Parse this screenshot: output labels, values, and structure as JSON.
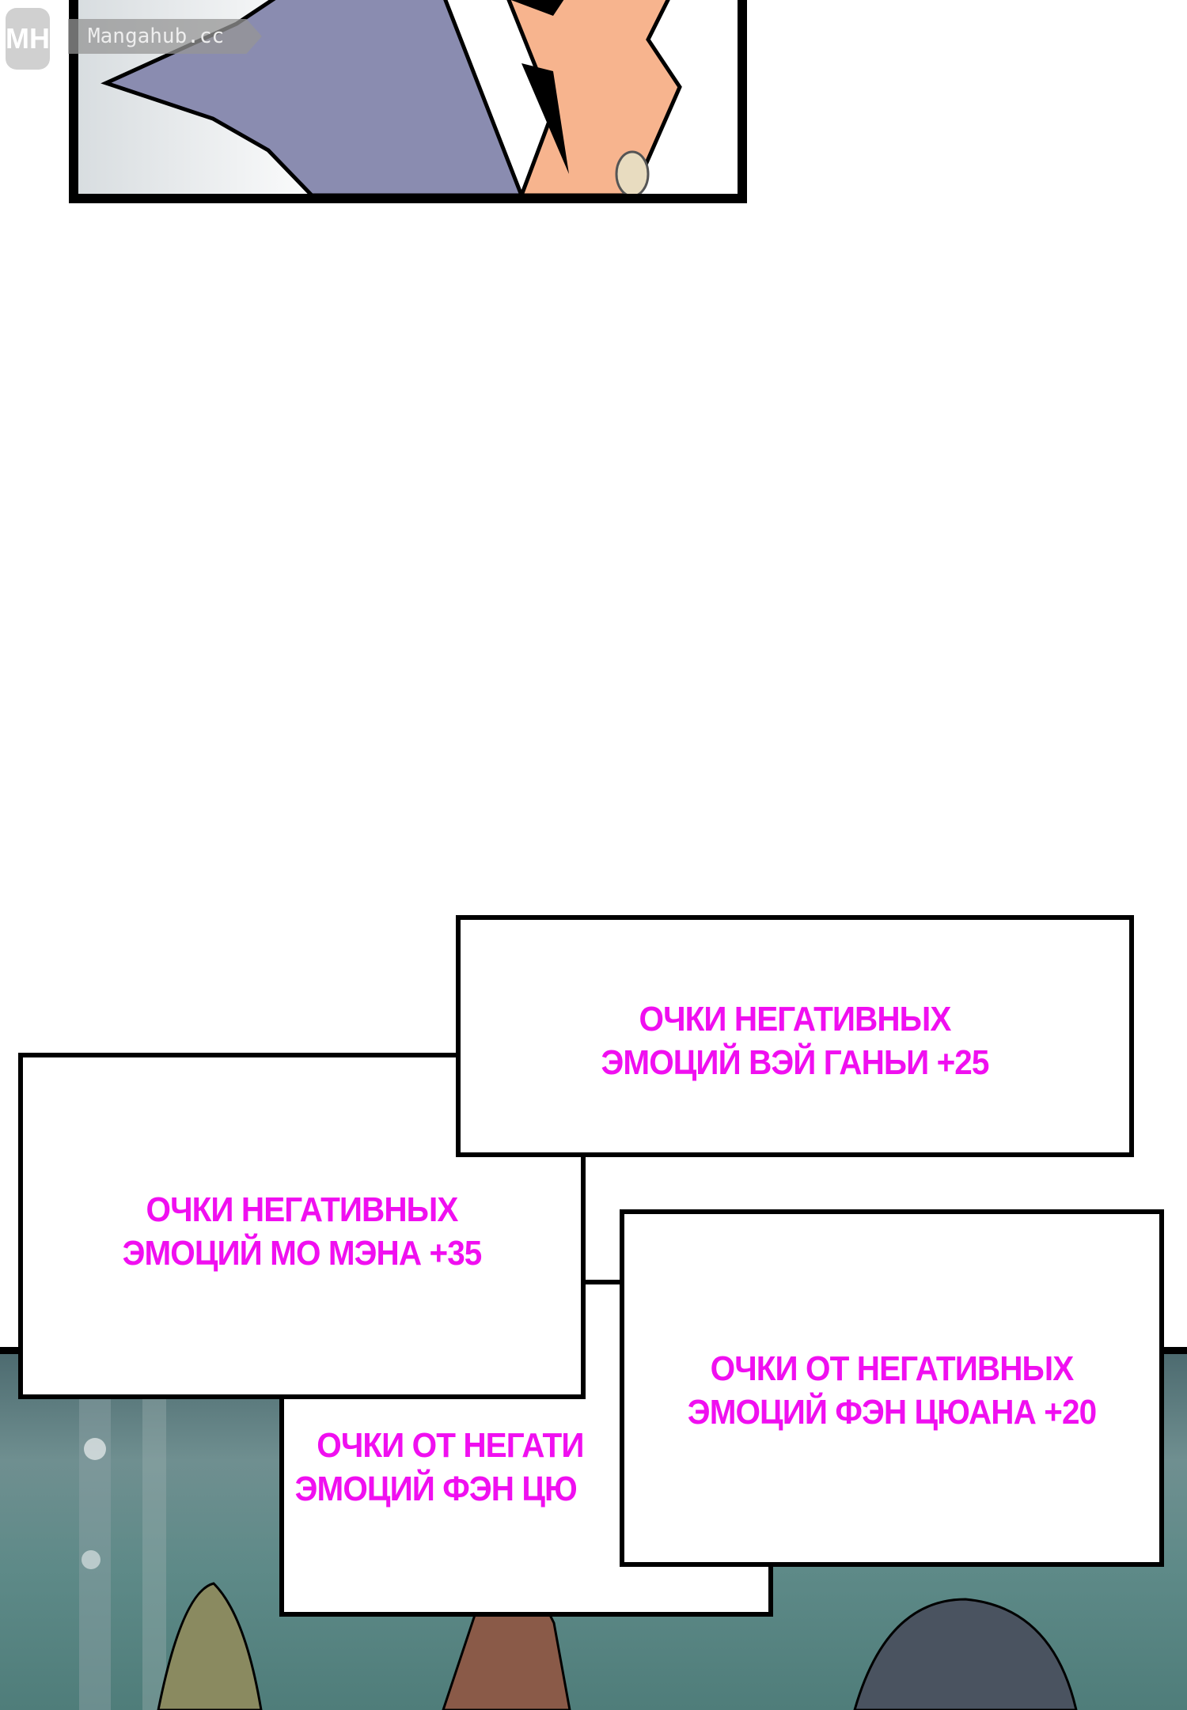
{
  "watermark": {
    "logo": "MH",
    "site": "Mangahub.cc"
  },
  "captions": [
    {
      "lines": [
        "ОЧКИ НЕГАТИВНЫХ",
        "ЭМОЦИЙ ВЭЙ ГАНЬИ +25"
      ]
    },
    {
      "lines": [
        "ОЧКИ НЕГАТИВНЫХ",
        "ЭМОЦИЙ МО МЭНА +35"
      ]
    },
    {
      "lines": [
        "ОЧКИ ОТ НЕГАТИ",
        "ЭМОЦИЙ ФЭН ЦЮ"
      ]
    },
    {
      "lines": [
        "ОЧКИ ОТ НЕГАТИВНЫХ",
        "ЭМОЦИЙ ФЭН ЦЮАНА +20"
      ]
    }
  ],
  "colors": {
    "caption": "#f00ff0",
    "cloth": "#8a8cb0",
    "skin": "#f7b48e"
  }
}
